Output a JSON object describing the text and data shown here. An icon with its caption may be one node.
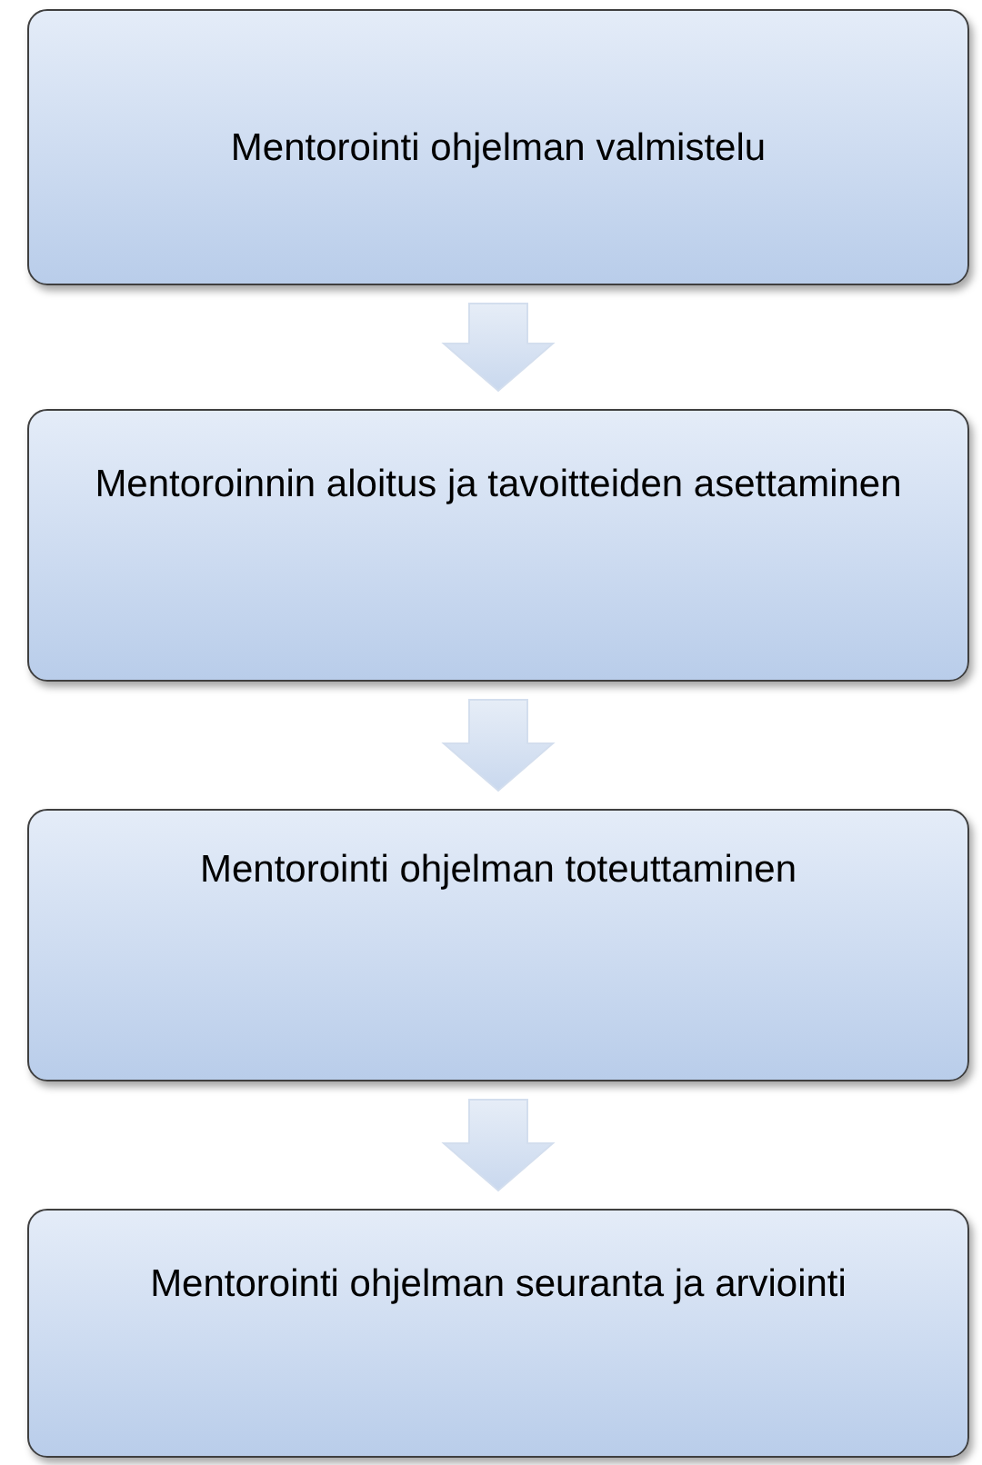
{
  "diagram": {
    "nodes": [
      {
        "text": [
          "Mentorointi ohjelman valmistelu"
        ]
      },
      {
        "text": [
          "Mentoroinnin aloitus ja tavoitteiden asettaminen"
        ]
      },
      {
        "text": [
          "Mentorointi ohjelman toteuttaminen"
        ]
      },
      {
        "text": [
          "Mentorointi ohjelman seuranta ja arviointi"
        ]
      }
    ],
    "edges": [
      {
        "from": 0,
        "to": 1,
        "arrow": "to"
      },
      {
        "from": 1,
        "to": 2,
        "arrow": "to"
      },
      {
        "from": 2,
        "to": 3,
        "arrow": "to"
      }
    ]
  }
}
